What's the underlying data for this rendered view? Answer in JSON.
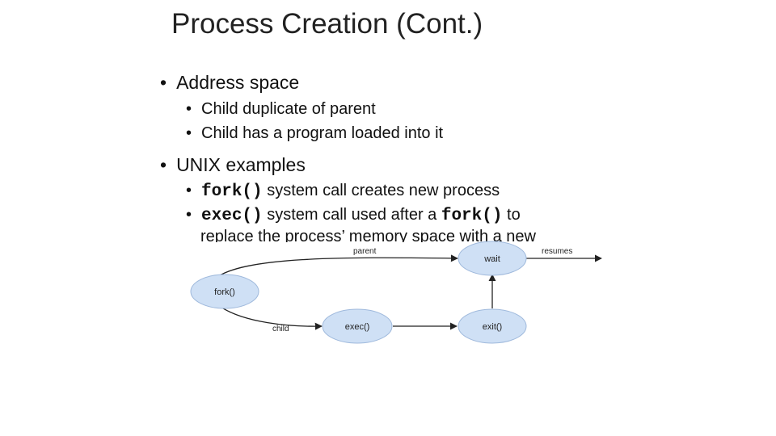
{
  "title": "Process Creation (Cont.)",
  "bullets": {
    "address_space": "Address space",
    "child_duplicate": "Child duplicate of parent",
    "child_program": "Child has a program loaded into it",
    "unix_examples": "UNIX examples",
    "fork_code": "fork()",
    "fork_text": " system call creates new process",
    "exec_code": "exec()",
    "exec_text_a": " system call used after a ",
    "exec_fork_code": "fork()",
    "exec_text_b": " to",
    "exec_text_c": "replace the process’ memory space with a new"
  },
  "bullet_char": "•",
  "diagram": {
    "nodes": {
      "fork": "fork()",
      "wait": "wait",
      "exec": "exec()",
      "exit": "exit()"
    },
    "edges": {
      "parent": "parent",
      "resumes": "resumes",
      "child": "child"
    },
    "node_fill": "#cfe0f5",
    "node_stroke": "#9fb9dc"
  }
}
